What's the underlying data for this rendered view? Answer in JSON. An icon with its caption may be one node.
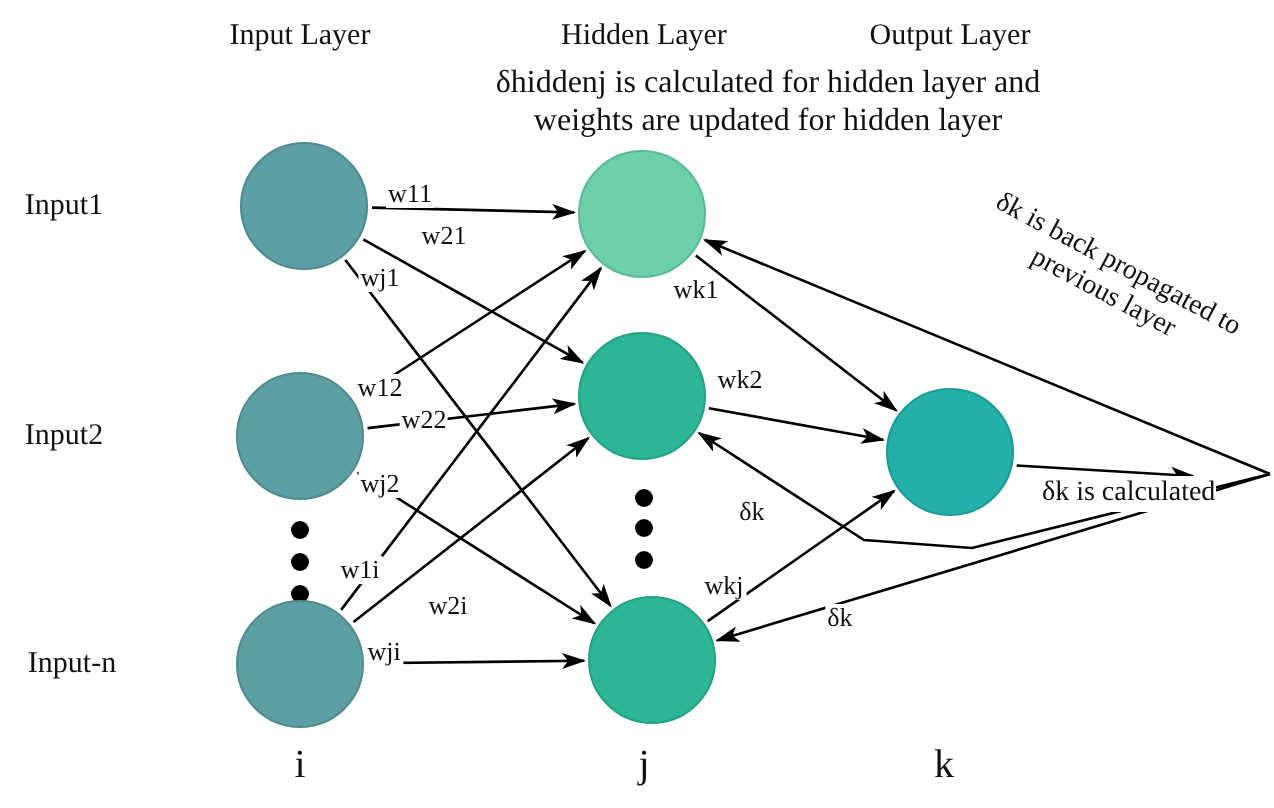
{
  "diagram": {
    "nodes": [
      {
        "text": [],
        "shape": "circle"
      },
      {
        "text": [],
        "shape": "circle"
      },
      {
        "text": [],
        "shape": "circle"
      },
      {
        "text": [],
        "shape": "circle"
      },
      {
        "text": [],
        "shape": "circle"
      },
      {
        "text": [],
        "shape": "circle"
      },
      {
        "text": [],
        "shape": "circle"
      },
      {
        "text": [
          "δk is calculated"
        ]
      }
    ],
    "edges": [
      {
        "from": 0,
        "to": 3,
        "arrow": "to",
        "label": "w11"
      },
      {
        "from": 0,
        "to": 4,
        "arrow": "to",
        "label": "w21"
      },
      {
        "from": 0,
        "to": 5,
        "arrow": "to",
        "label": "wj1"
      },
      {
        "from": 1,
        "to": 3,
        "arrow": "to",
        "label": "w12"
      },
      {
        "from": 1,
        "to": 4,
        "arrow": "to",
        "label": "w22"
      },
      {
        "from": 1,
        "to": 5,
        "arrow": "to",
        "label": "wj2"
      },
      {
        "from": 2,
        "to": 3,
        "arrow": "to",
        "label": "w1i"
      },
      {
        "from": 2,
        "to": 4,
        "arrow": "to",
        "label": "w2i"
      },
      {
        "from": 2,
        "to": 5,
        "arrow": "to",
        "label": "wji"
      },
      {
        "from": 3,
        "to": 6,
        "arrow": "to",
        "label": "wk1"
      },
      {
        "from": 4,
        "to": 6,
        "arrow": "to",
        "label": "wk2"
      },
      {
        "from": 5,
        "to": 6,
        "arrow": "to",
        "label": "wkj"
      },
      {
        "from": 6,
        "to": 7,
        "arrow": "to"
      },
      {
        "from": 7,
        "to": 3,
        "arrow": "to",
        "label": "δk  is back propagated to previous layer"
      },
      {
        "from": 7,
        "to": 4,
        "arrow": "to",
        "label": "δk"
      },
      {
        "from": 7,
        "to": 5,
        "arrow": "to",
        "label": "δk"
      }
    ],
    "labels": [
      "Input Layer",
      "Hidden Layer",
      "Output Layer",
      "δhiddenj is calculated for hidden layer and weights are updated for hidden layer",
      "Input1",
      "Input2",
      "Input-n",
      "i",
      "j",
      "k"
    ]
  }
}
